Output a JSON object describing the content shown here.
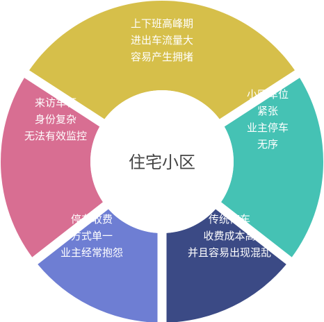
{
  "center": {
    "label": "住宅小区"
  },
  "segments": [
    {
      "id": "top",
      "color": "#d6bf4a",
      "lines": [
        "上下班高峰期",
        "进出车流量大",
        "容易产生拥堵"
      ]
    },
    {
      "id": "right",
      "color": "#45c2b4",
      "lines": [
        "小区车位",
        "紧张",
        "业主停车",
        "无序"
      ]
    },
    {
      "id": "bottom-right",
      "color": "#3b4a85",
      "lines": [
        "传统停车",
        "收费成本高",
        "并且容易出现混乱"
      ]
    },
    {
      "id": "bottom-left",
      "color": "#6e7ed3",
      "lines": [
        "停车收费",
        "方式单一",
        "业主经常抱怨"
      ]
    },
    {
      "id": "left",
      "color": "#d86e92",
      "lines": [
        "来访车辆",
        "身份复杂",
        "无法有效监控"
      ]
    }
  ]
}
